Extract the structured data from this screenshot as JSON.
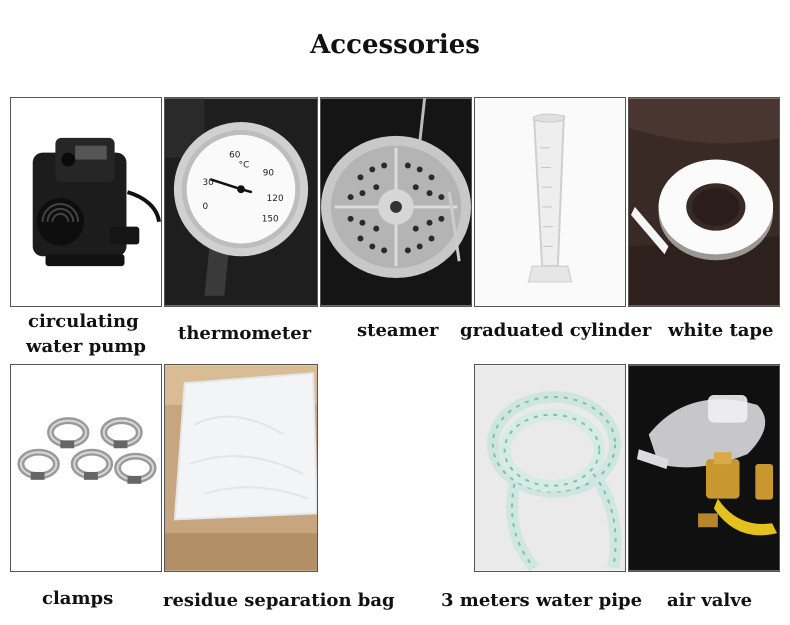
{
  "title": "Accessories",
  "items": [
    {
      "label_line1": "circulating",
      "label_line2": "water pump",
      "icon": "water-pump-icon"
    },
    {
      "label": "thermometer",
      "icon": "thermometer-dial-icon",
      "dial_unit": "°C",
      "dial_ticks": [
        "0",
        "30",
        "60",
        "90",
        "120",
        "150"
      ]
    },
    {
      "label": "steamer",
      "icon": "steamer-tray-icon"
    },
    {
      "label": "graduated cylinder",
      "icon": "graduated-cylinder-icon"
    },
    {
      "label": "white tape",
      "icon": "white-tape-icon"
    },
    {
      "label": "clamps",
      "icon": "hose-clamps-icon"
    },
    {
      "label": "residue separation bag",
      "icon": "mesh-bag-icon"
    },
    {
      "label": "3 meters water pipe",
      "icon": "water-pipe-coil-icon"
    },
    {
      "label": "air valve",
      "icon": "air-valve-icon"
    }
  ]
}
